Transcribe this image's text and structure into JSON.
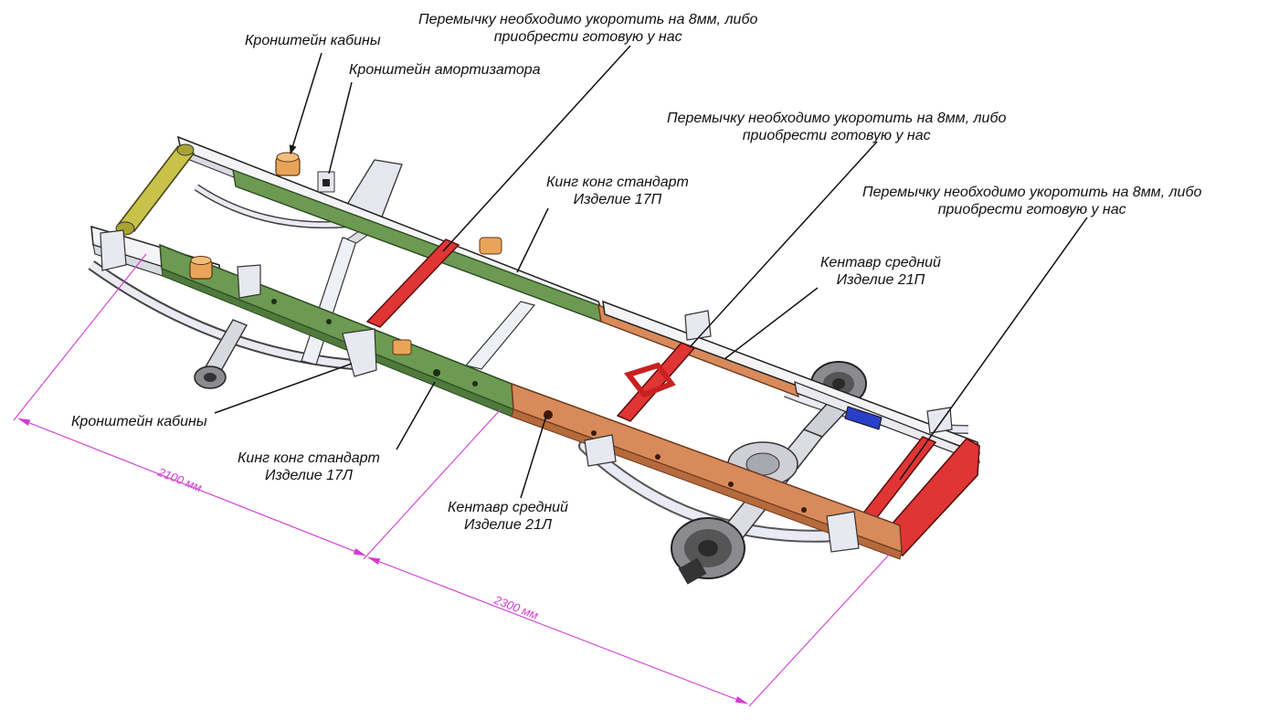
{
  "labels": {
    "cab_bracket_top": "Кронштейн кабины",
    "shock_bracket": "Кронштейн амортизатора",
    "crossmember_1": {
      "line1": "Перемычку необходимо укоротить на 8мм, либо",
      "line2": "приобрести готовую у нас"
    },
    "crossmember_2": {
      "line1": "Перемычку необходимо укоротить на 8мм, либо",
      "line2": "приобрести готовую у нас"
    },
    "crossmember_3": {
      "line1": "Перемычку необходимо укоротить на 8мм, либо",
      "line2": "приобрести готовую у нас"
    },
    "king_kong_right": {
      "line1": "Кинг конг стандарт",
      "line2": "Изделие 17П"
    },
    "kentavr_right": {
      "line1": "Кентавр средний",
      "line2": "Изделие 21П"
    },
    "cab_bracket_bottom": "Кронштейн кабины",
    "king_kong_left": {
      "line1": "Кинг конг стандарт",
      "line2": "Изделие 17Л"
    },
    "kentavr_left": {
      "line1": "Кентавр средний",
      "line2": "Изделие 21Л"
    }
  },
  "dimensions": {
    "front": "2100 мм",
    "rear": "2300 мм"
  },
  "colors": {
    "frame_white": "#f4f4f6",
    "king_kong_green": "#6c9a52",
    "kentavr_orange": "#d98a5a",
    "crossmember_red": "#e03535",
    "front_beam_yellow": "#c8c24a",
    "bracket_tan": "#e8a55a",
    "dimension_magenta": "#d23cd2",
    "block_blue": "#2a3fc8"
  }
}
